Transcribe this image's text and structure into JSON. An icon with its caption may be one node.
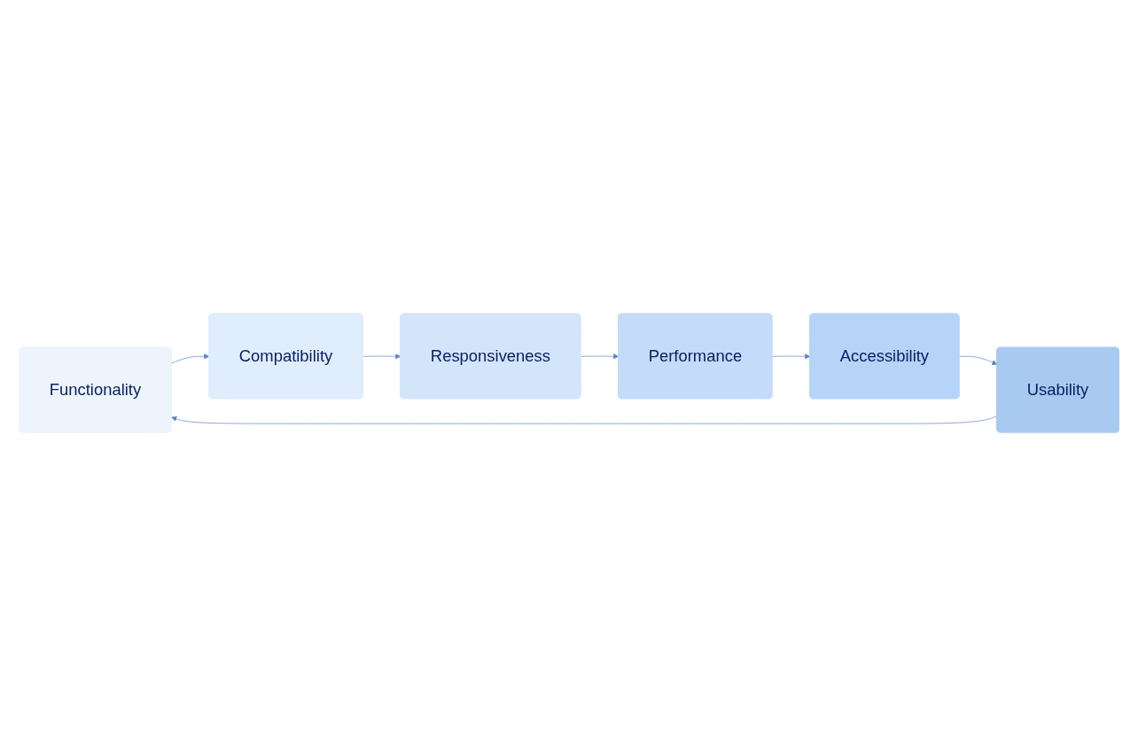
{
  "diagram": {
    "nodes": [
      {
        "text": [
          "Functionality"
        ]
      },
      {
        "text": [
          "Compatibility"
        ]
      },
      {
        "text": [
          "Responsiveness"
        ]
      },
      {
        "text": [
          "Performance"
        ]
      },
      {
        "text": [
          "Accessibility"
        ]
      },
      {
        "text": [
          "Usability"
        ]
      }
    ],
    "edges": [
      {
        "from": 0,
        "to": 1,
        "arrow": "to"
      },
      {
        "from": 1,
        "to": 2,
        "arrow": "to"
      },
      {
        "from": 2,
        "to": 3,
        "arrow": "to"
      },
      {
        "from": 3,
        "to": 4,
        "arrow": "to"
      },
      {
        "from": 4,
        "to": 5,
        "arrow": "to"
      },
      {
        "from": 5,
        "to": 0,
        "arrow": "to"
      }
    ]
  }
}
